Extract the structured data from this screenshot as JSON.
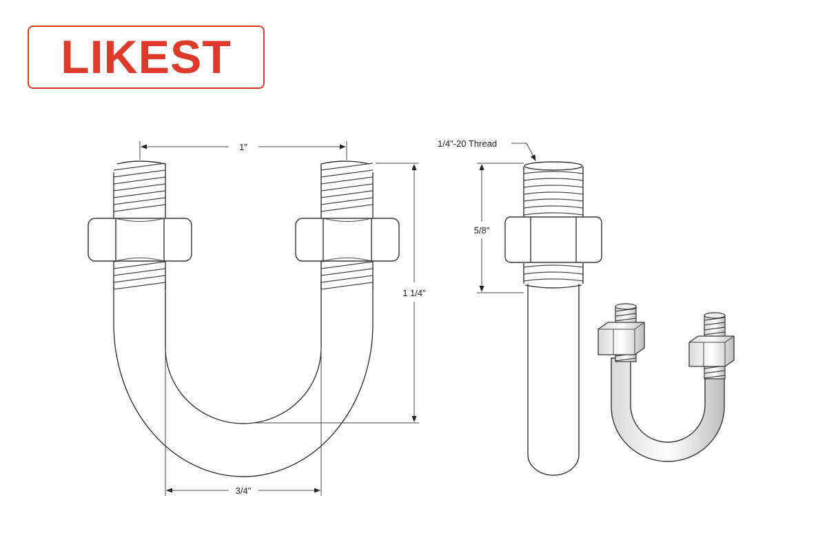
{
  "brand": {
    "name": "LIKEST",
    "color": "#de3a2a"
  },
  "front_view": {
    "dim_top_width": "1\"",
    "dim_height": "1 1/4\"",
    "dim_inner_width": "3/4\""
  },
  "side_view": {
    "thread_label": "1/4\"-20 Thread",
    "dim_thread_length": "5/8\""
  },
  "perspective_view": {}
}
